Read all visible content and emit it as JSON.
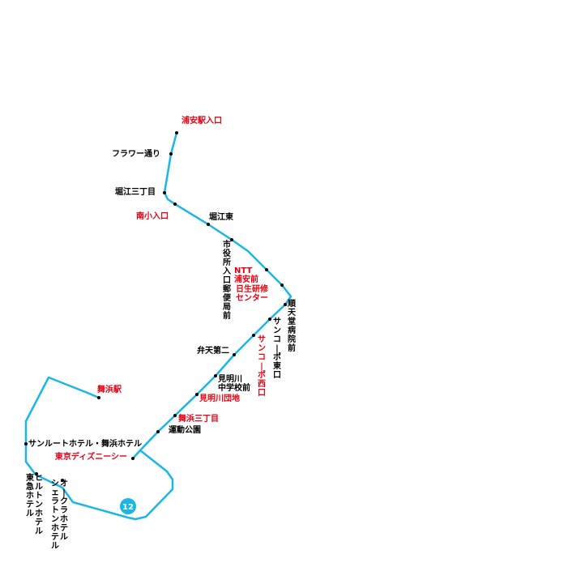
{
  "colors": {
    "route": "#1ab6e6",
    "major_stop": "#e60012",
    "stop": "#000000",
    "badge_text": "#ffffff"
  },
  "route_badge": "12",
  "stops": {
    "urayasu_eki_iriguchi": "浦安駅入口",
    "flower_dori": "フラワー通り",
    "horie_3chome": "堀江三丁目",
    "minami_shonyuguchi": "南小入口",
    "horie_higashi": "堀江東",
    "shiyakusho_iriguchi": "市役所入口",
    "yubinkyoku_mae": "郵便局前",
    "ntt_urayasu_mae": "NTT浦安前",
    "nissei_kenshu_center": "日生研修センター",
    "juntendo_byoin_mae": "順天堂病院前",
    "sancopo_higashiguchi": "サンコーポ東口",
    "sancopo_nishiguchi": "サンコーポ西口",
    "benten_daini": "弁天第二",
    "kenmeigawa_chugakko_mae": "見明川中学校前",
    "kenmeigawa_danchi": "見明川団地",
    "maihama_3chome": "舞浜三丁目",
    "undo_koen": "運動公園",
    "maihama_eki": "舞浜駅",
    "sunroute_hotel": "サンルートホテル・舞浜ホテル",
    "tokyo_disney_sea": "東京ディズニーシー",
    "tokyu_hotel": "東急ホテル",
    "hilton_hotel": "ヒルトンホテル",
    "sheraton_hotel": "シェラトンホテル",
    "okura_hotel": "オークラホテル"
  }
}
